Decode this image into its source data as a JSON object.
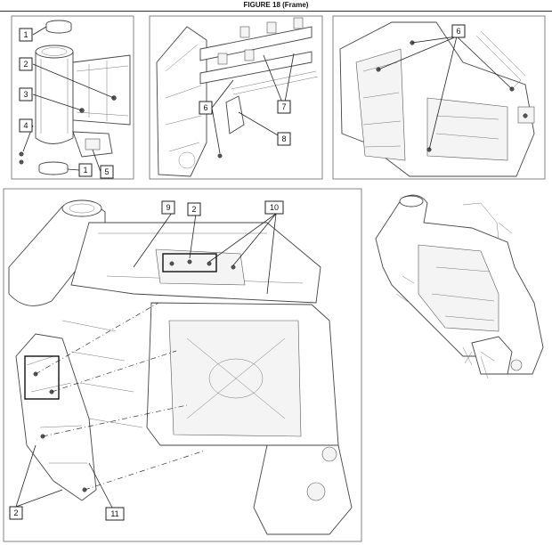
{
  "figure": {
    "title": "FIGURE 18 (Frame)"
  },
  "callouts": {
    "panel1": [
      "1",
      "2",
      "3",
      "4",
      "1",
      "5"
    ],
    "panel2": [
      "6",
      "7",
      "8"
    ],
    "panel3": [
      "6"
    ],
    "panel4": [
      "9",
      "2",
      "10",
      "2",
      "11"
    ]
  }
}
